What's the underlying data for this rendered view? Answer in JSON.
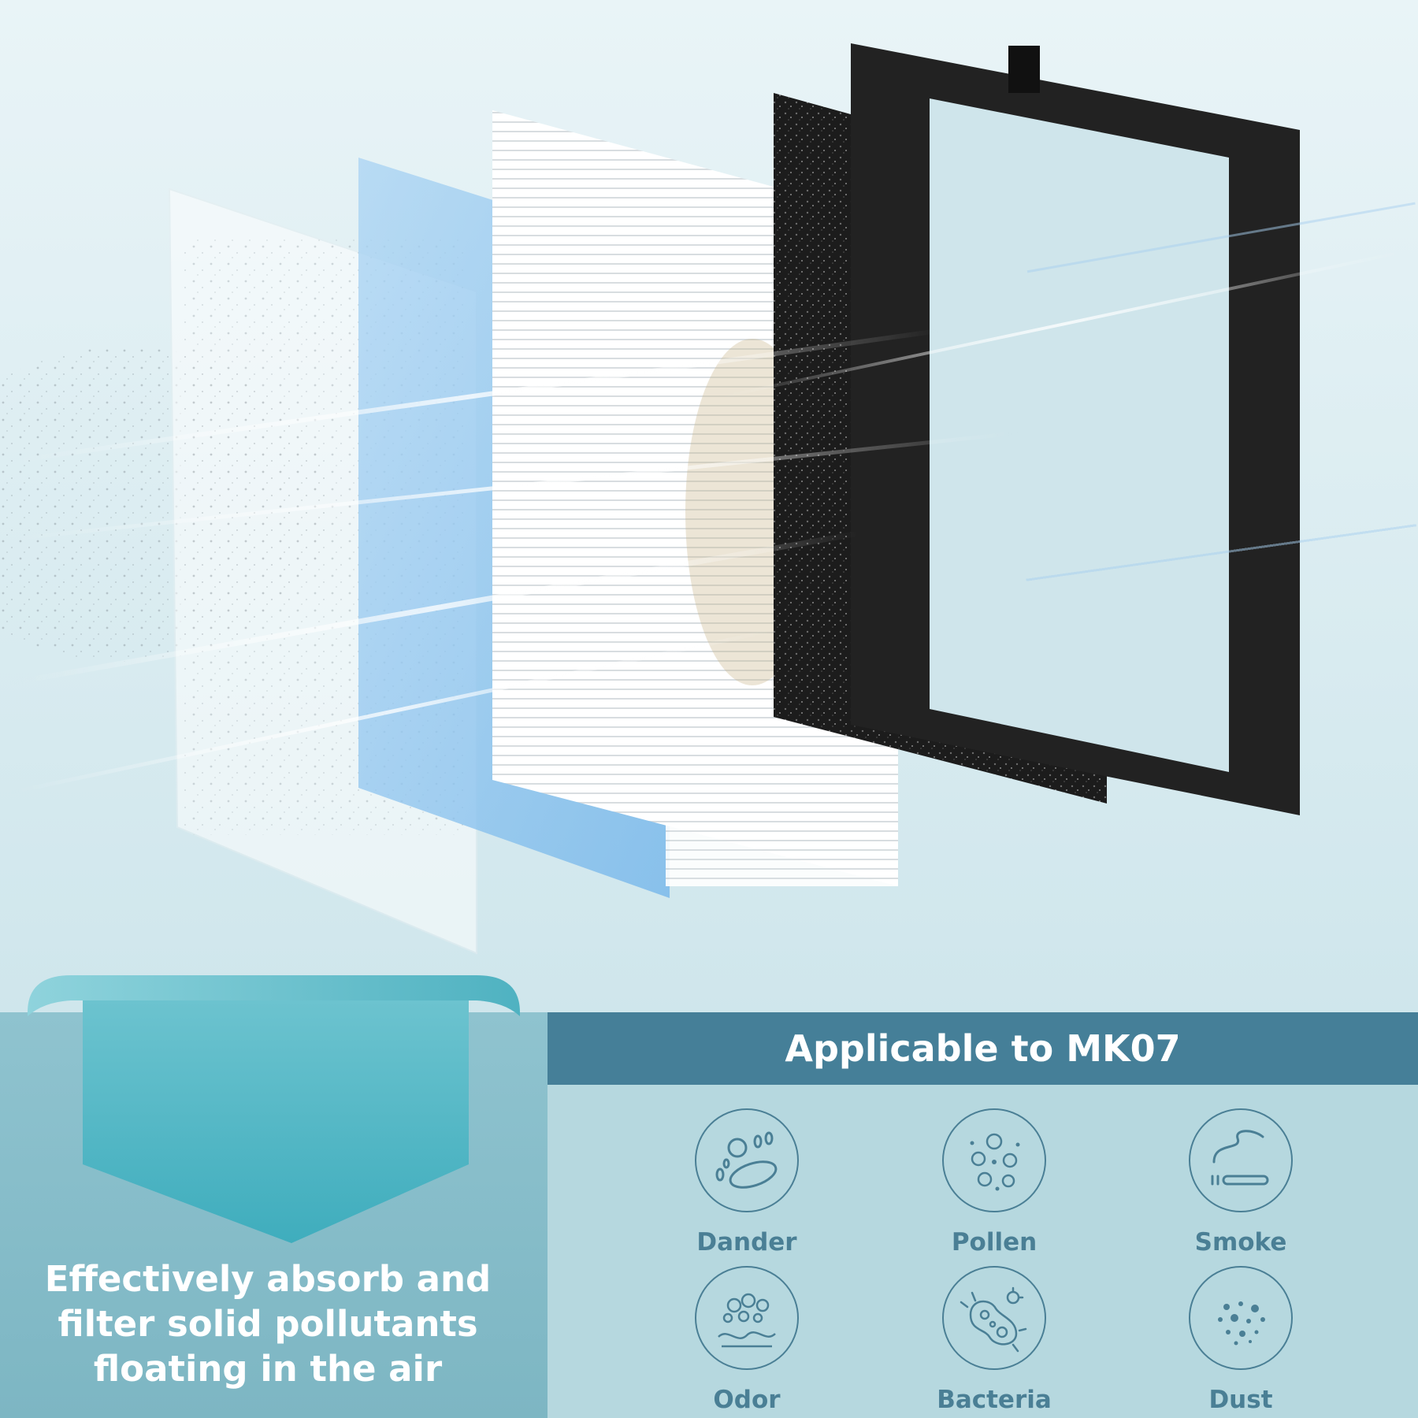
{
  "banner": {
    "title": "Applicable to MK07"
  },
  "description": {
    "lines": [
      "Effectively absorb and",
      "filter solid pollutants",
      "floating in the air"
    ]
  },
  "features": [
    {
      "label": "Dander",
      "icon": "dander-icon"
    },
    {
      "label": "Pollen",
      "icon": "pollen-icon"
    },
    {
      "label": "Smoke",
      "icon": "smoke-icon"
    },
    {
      "label": "Odor",
      "icon": "odor-icon"
    },
    {
      "label": "Bacteria",
      "icon": "bacteria-icon"
    },
    {
      "label": "Dust",
      "icon": "dust-icon"
    }
  ],
  "colors": {
    "accent": "#457f98",
    "icon_stroke": "#4a7f95",
    "ribbon": "#5fb8c5",
    "panel_right": "#b6d8df",
    "panel_left": "#8fc3cf"
  }
}
